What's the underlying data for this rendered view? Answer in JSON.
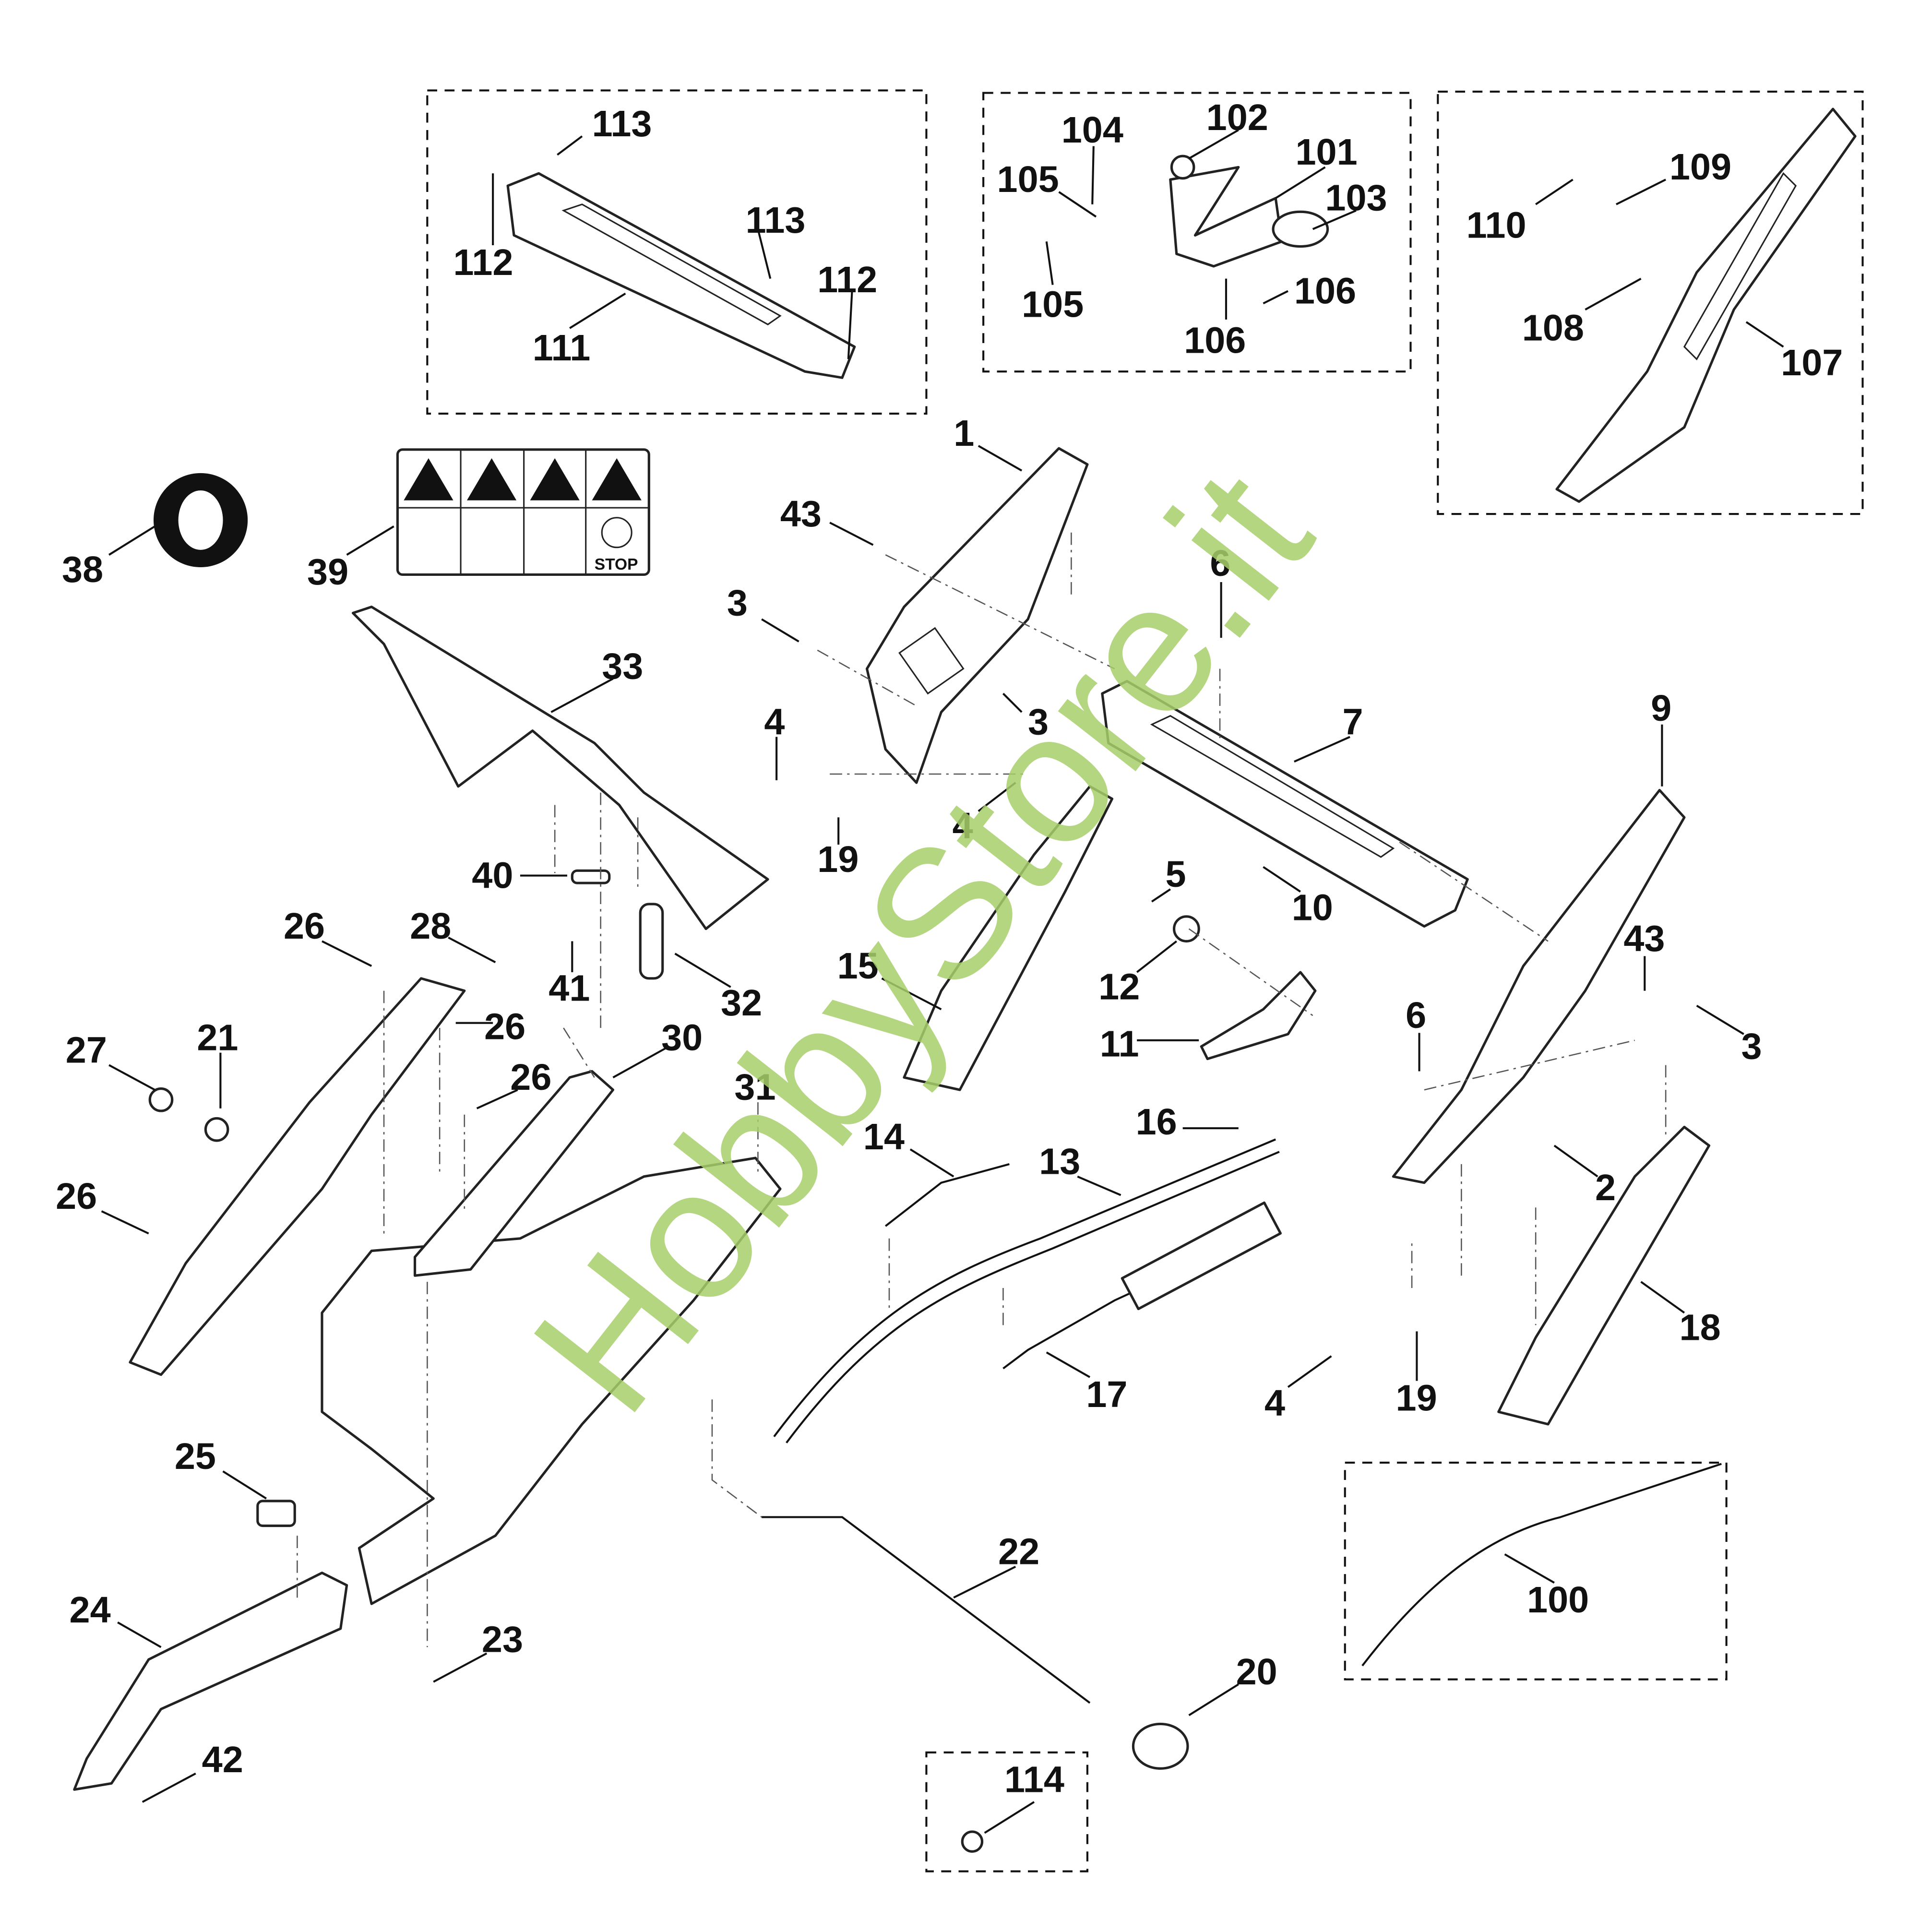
{
  "title": "Exploded parts diagram - handle assembly",
  "watermark": "HobbyStore.it",
  "decal": {
    "stop_text": "STOP"
  },
  "callouts": [
    "113",
    "113",
    "112",
    "112",
    "111",
    "104",
    "102",
    "101",
    "105",
    "103",
    "106",
    "105",
    "106",
    "110",
    "109",
    "108",
    "107",
    "1",
    "43",
    "38",
    "39",
    "6",
    "3",
    "33",
    "9",
    "7",
    "3",
    "4",
    "19",
    "4",
    "40",
    "5",
    "10",
    "26",
    "28",
    "41",
    "32",
    "15",
    "12",
    "43",
    "26",
    "6",
    "3",
    "27",
    "21",
    "30",
    "11",
    "26",
    "31",
    "16",
    "14",
    "13",
    "2",
    "26",
    "18",
    "17",
    "4",
    "19",
    "25",
    "22",
    "100",
    "24",
    "23",
    "20",
    "42",
    "114"
  ]
}
